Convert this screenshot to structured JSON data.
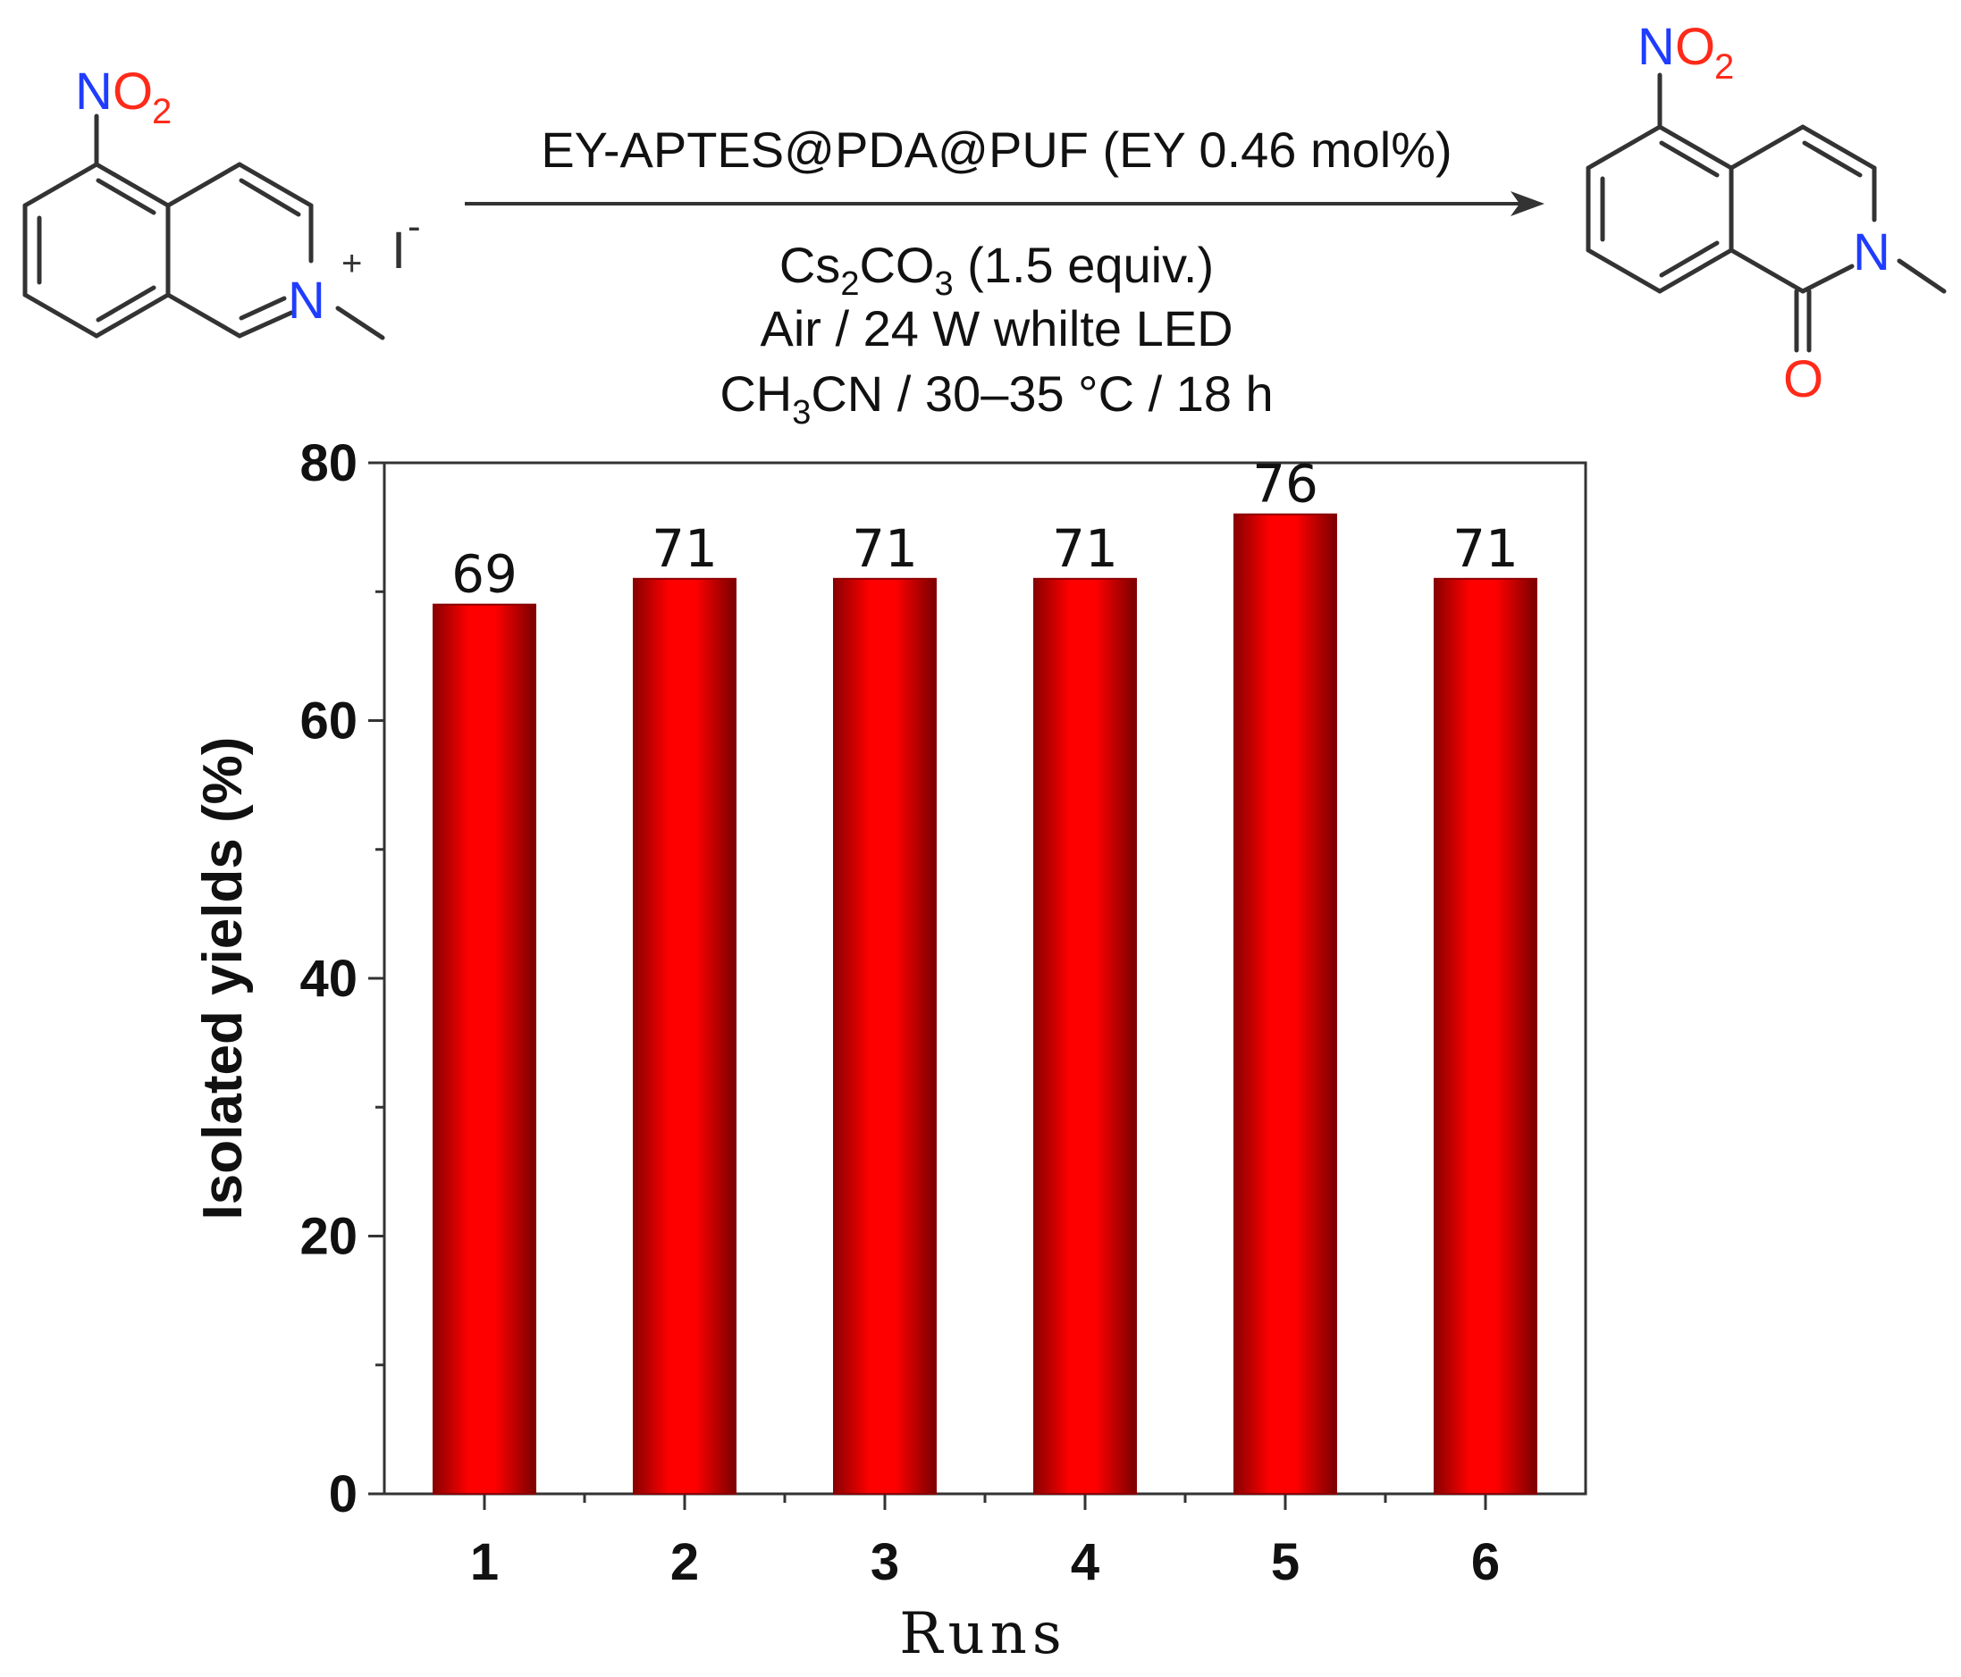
{
  "scheme": {
    "reactant": {
      "nitro_n": "N",
      "nitro_o": "O",
      "nitro_sub": "2",
      "ring_n": "N",
      "charge": "+",
      "counterion": "I",
      "counterion_charge": "-"
    },
    "product": {
      "nitro_n": "N",
      "nitro_o": "O",
      "nitro_sub": "2",
      "ring_n": "N",
      "carbonyl_o": "O"
    },
    "conditions": {
      "catalyst": "EY-APTES@PDA@PUF (EY 0.46 mol%)",
      "base_main": "Cs",
      "base_sub1": "2",
      "base_mid": "CO",
      "base_sub2": "3",
      "base_end": " (1.5 equiv.)",
      "light": "Air / 24 W whilte LED",
      "solvent_main": "CH",
      "solvent_sub": "3",
      "solvent_end": "CN / 30–35 °C / 18 h"
    },
    "colors": {
      "nitrogen": "#1f3cff",
      "oxygen": "#ff2a1a",
      "bond": "#333333"
    }
  },
  "chart_data": {
    "type": "bar",
    "categories": [
      "1",
      "2",
      "3",
      "4",
      "5",
      "6"
    ],
    "values": [
      69,
      71,
      71,
      71,
      76,
      71
    ],
    "data_labels": [
      "69",
      "71",
      "71",
      "71",
      "76",
      "71"
    ],
    "xlabel": "Runs",
    "ylabel": "Isolated yields (%)",
    "ylim": [
      0,
      80
    ],
    "yticks": [
      0,
      20,
      40,
      60,
      80
    ],
    "yticks_labels": [
      "0",
      "20",
      "40",
      "60",
      "80"
    ],
    "grid": false,
    "legend": "none",
    "bar_color": "#ff0000",
    "bar_edge_color": "#8a0000"
  }
}
